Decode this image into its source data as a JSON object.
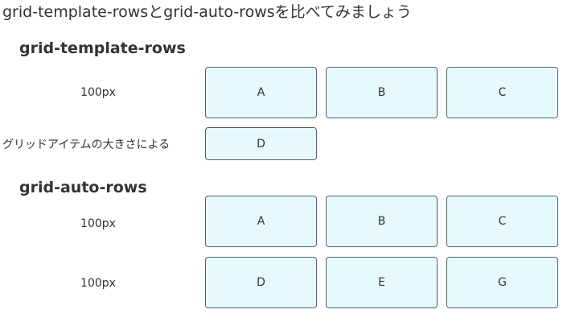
{
  "page": {
    "title": "grid-template-rowsとgrid-auto-rowsを比べてみましょう"
  },
  "sections": [
    {
      "title": "grid-template-rows",
      "rows": [
        {
          "label": "100px",
          "cells": [
            "A",
            "B",
            "C"
          ]
        },
        {
          "label": "グリッドアイテムの大きさによる",
          "cells": [
            "D"
          ]
        }
      ]
    },
    {
      "title": "grid-auto-rows",
      "rows": [
        {
          "label": "100px",
          "cells": [
            "A",
            "B",
            "C"
          ]
        },
        {
          "label": "100px",
          "cells": [
            "D",
            "E",
            "G"
          ]
        }
      ]
    }
  ],
  "colors": {
    "cell_background": "#e6fafd",
    "cell_border": "#555f66"
  }
}
